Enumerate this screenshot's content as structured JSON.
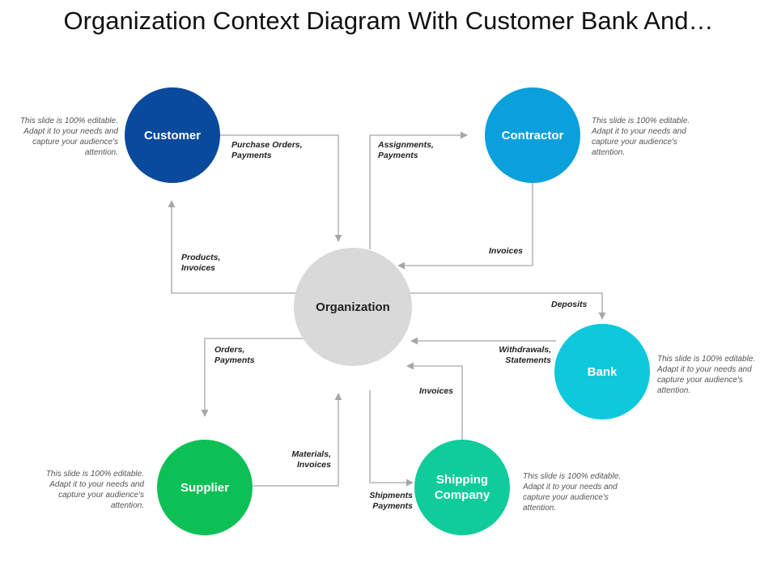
{
  "title": "Organization Context Diagram With Customer Bank And…",
  "colors": {
    "customer": "#0a4a9c",
    "contractor": "#0aa0dc",
    "organization": "#d9d9d9",
    "bank": "#0ec8dc",
    "supplier": "#0cc055",
    "shipping": "#0fcc9a",
    "connector": "#a6a6a6"
  },
  "nodes": {
    "customer": "Customer",
    "contractor": "Contractor",
    "organization": "Organization",
    "bank": "Bank",
    "supplier": "Supplier",
    "shipping": "Shipping Company"
  },
  "flows": {
    "purchase_orders": "Purchase Orders,\nPayments",
    "assignments": "Assignments,\nPayments",
    "products": "Products,\nInvoices",
    "invoices_contractor": "Invoices",
    "deposits": "Deposits",
    "withdrawals": "Withdrawals,\nStatements",
    "orders": "Orders,\nPayments",
    "invoices_shipping": "Invoices",
    "materials": "Materials,\nInvoices",
    "shipments": "Shipments\nPayments"
  },
  "notes": {
    "customer": "This slide is 100% editable. Adapt it to your needs and capture your audience's attention.",
    "contractor": "This slide is 100% editable. Adapt it to your needs and capture your audience's attention.",
    "bank": "This slide is 100% editable. Adapt it to your needs and capture your audience's attention.",
    "supplier": "This slide is 100% editable. Adapt it to your needs and capture your audience's attention.",
    "shipping": "This slide is 100% editable. Adapt it to your needs and capture your audience's attention."
  }
}
